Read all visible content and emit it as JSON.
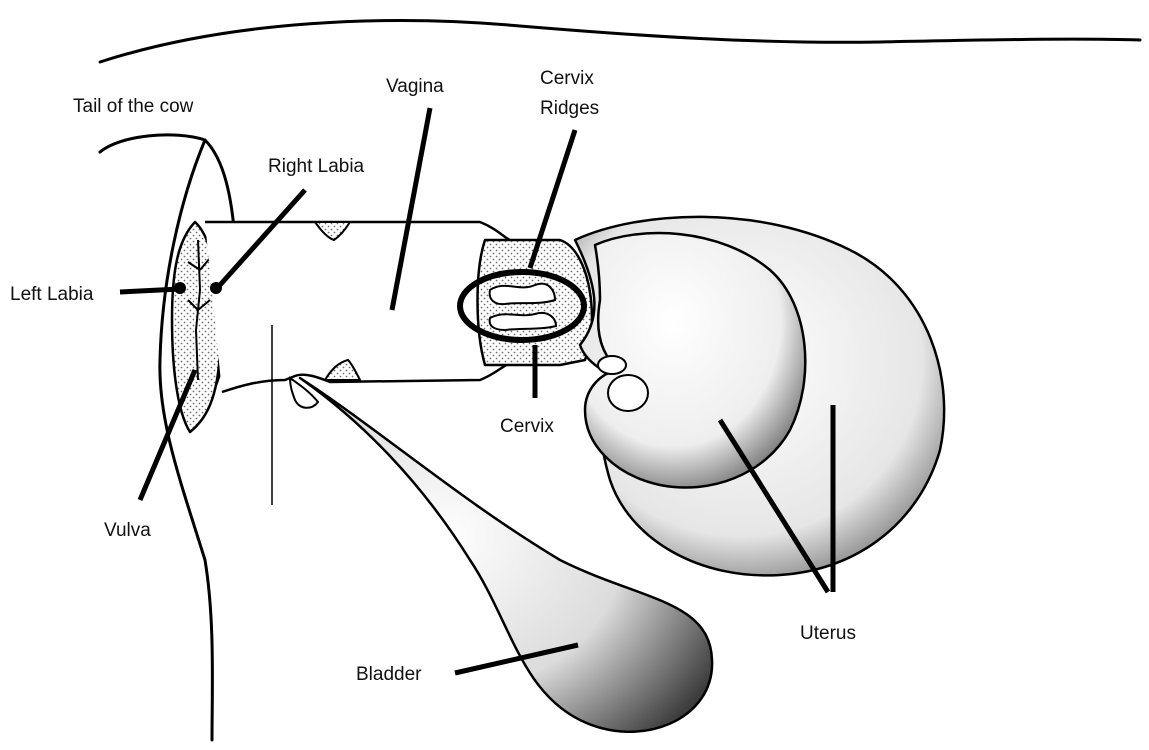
{
  "diagram": {
    "labels": {
      "tail": "Tail of the cow",
      "vagina": "Vagina",
      "cervix_ridges_line1": "Cervix",
      "cervix_ridges_line2": "Ridges",
      "right_labia": "Right Labia",
      "left_labia": "Left Labia",
      "cervix": "Cervix",
      "vulva": "Vulva",
      "uterus": "Uterus",
      "bladder": "Bladder"
    },
    "colors": {
      "ink": "#000000",
      "background": "#ffffff",
      "stipple": "#9a9a9a"
    }
  }
}
